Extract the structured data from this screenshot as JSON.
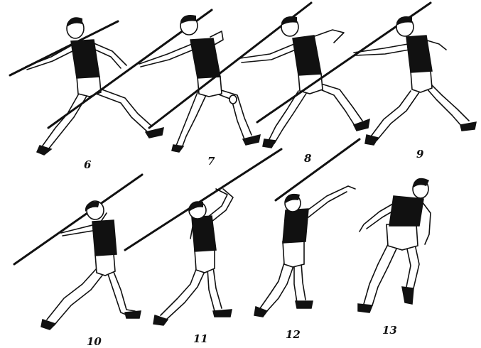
{
  "figures": [
    {
      "label": "6"
    },
    {
      "label": "7"
    },
    {
      "label": "8"
    },
    {
      "label": "9"
    },
    {
      "label": "10"
    },
    {
      "label": "11"
    },
    {
      "label": "12"
    },
    {
      "label": "13"
    }
  ],
  "colors": {
    "ink": "#111111",
    "paper": "#ffffff"
  }
}
